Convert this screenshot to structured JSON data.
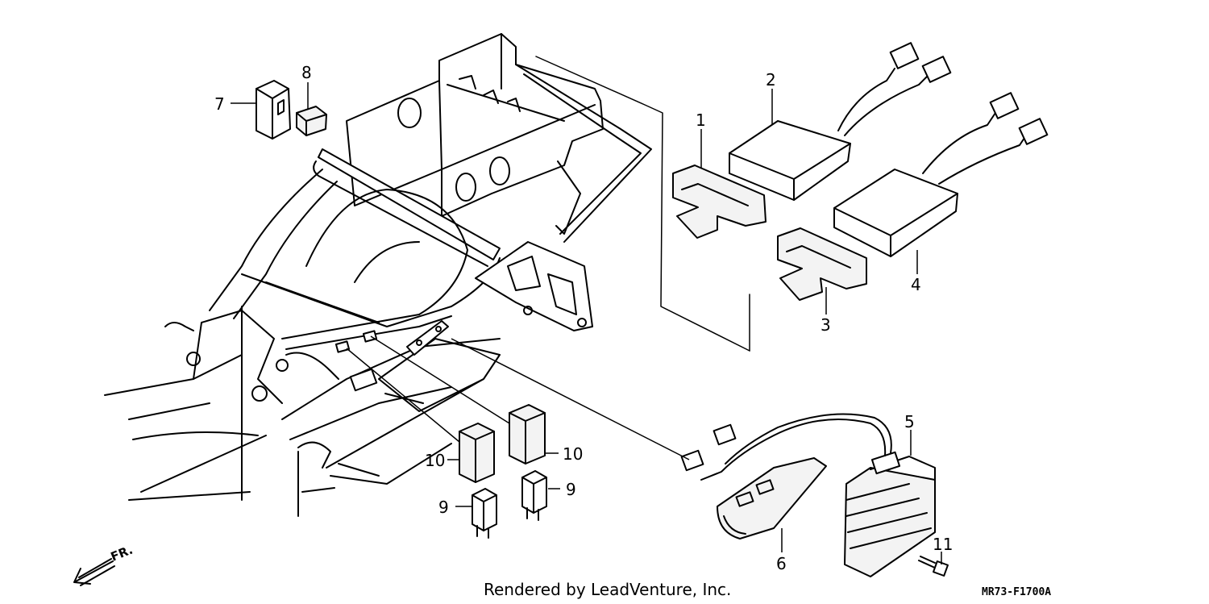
{
  "diagram": {
    "callouts": [
      {
        "id": "1",
        "label": "1"
      },
      {
        "id": "2",
        "label": "2"
      },
      {
        "id": "3",
        "label": "3"
      },
      {
        "id": "4",
        "label": "4"
      },
      {
        "id": "5",
        "label": "5"
      },
      {
        "id": "6",
        "label": "6"
      },
      {
        "id": "7",
        "label": "7"
      },
      {
        "id": "8",
        "label": "8"
      },
      {
        "id": "9a",
        "label": "9"
      },
      {
        "id": "9b",
        "label": "9"
      },
      {
        "id": "10a",
        "label": "10"
      },
      {
        "id": "10b",
        "label": "10"
      },
      {
        "id": "11",
        "label": "11"
      }
    ],
    "direction_label": "FR.",
    "credit": "Rendered by LeadVenture, Inc.",
    "diagram_code": "MR73-F1700A"
  }
}
